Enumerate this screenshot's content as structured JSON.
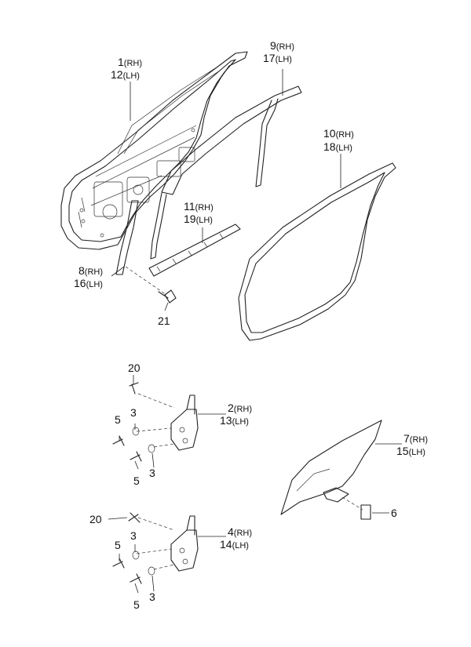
{
  "callouts": [
    {
      "id": "c1",
      "num": "1",
      "suffix": "(RH)"
    },
    {
      "id": "c12",
      "num": "12",
      "suffix": "(LH)"
    },
    {
      "id": "c9",
      "num": "9",
      "suffix": "(RH)"
    },
    {
      "id": "c17",
      "num": "17",
      "suffix": "(LH)"
    },
    {
      "id": "c10",
      "num": "10",
      "suffix": "(RH)"
    },
    {
      "id": "c18",
      "num": "18",
      "suffix": "(LH)"
    },
    {
      "id": "c11",
      "num": "11",
      "suffix": "(RH)"
    },
    {
      "id": "c19",
      "num": "19",
      "suffix": "(LH)"
    },
    {
      "id": "c8",
      "num": "8",
      "suffix": "(RH)"
    },
    {
      "id": "c16",
      "num": "16",
      "suffix": "(LH)"
    },
    {
      "id": "c21",
      "num": "21",
      "suffix": ""
    },
    {
      "id": "c20a",
      "num": "20",
      "suffix": ""
    },
    {
      "id": "c2",
      "num": "2",
      "suffix": "(RH)"
    },
    {
      "id": "c13",
      "num": "13",
      "suffix": "(LH)"
    },
    {
      "id": "c3a",
      "num": "3",
      "suffix": ""
    },
    {
      "id": "c5a",
      "num": "5",
      "suffix": ""
    },
    {
      "id": "c5b",
      "num": "5",
      "suffix": ""
    },
    {
      "id": "c3b",
      "num": "3",
      "suffix": ""
    },
    {
      "id": "c7",
      "num": "7",
      "suffix": "(RH)"
    },
    {
      "id": "c15",
      "num": "15",
      "suffix": "(LH)"
    },
    {
      "id": "c6",
      "num": "6",
      "suffix": ""
    },
    {
      "id": "c20b",
      "num": "20",
      "suffix": ""
    },
    {
      "id": "c4",
      "num": "4",
      "suffix": "(RH)"
    },
    {
      "id": "c14",
      "num": "14",
      "suffix": "(LH)"
    },
    {
      "id": "c5c",
      "num": "5",
      "suffix": ""
    },
    {
      "id": "c3c",
      "num": "3",
      "suffix": ""
    },
    {
      "id": "c5d",
      "num": "5",
      "suffix": ""
    },
    {
      "id": "c3d",
      "num": "3",
      "suffix": ""
    }
  ]
}
